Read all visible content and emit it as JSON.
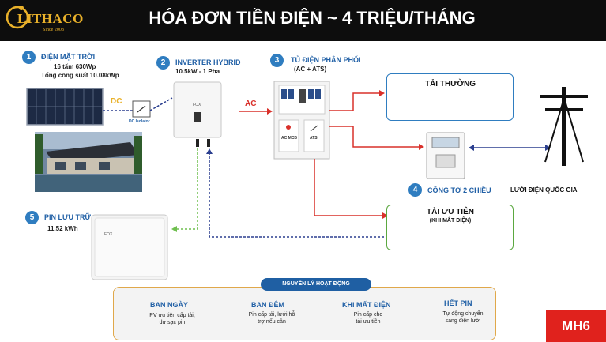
{
  "header": {
    "logo": "LITHACO",
    "logo_since": "Since 2008",
    "title": "HÓA ĐƠN TIỀN ĐIỆN ~ 4 TRIỆU/THÁNG"
  },
  "steps": [
    {
      "num": "1",
      "title": "ĐIỆN MẶT TRỜI",
      "line1": "16 tấm 630Wp",
      "line2": "Tổng công suất 10.08kWp"
    },
    {
      "num": "2",
      "title": "INVERTER HYBRID",
      "line1": "10.5kW - 1 Pha"
    },
    {
      "num": "3",
      "title": "TỦ ĐIỆN PHÂN PHỐI",
      "line1": "(AC + ATS)"
    },
    {
      "num": "4",
      "title": "CÔNG TƠ 2 CHIỀU"
    },
    {
      "num": "5",
      "title": "PIN LƯU TRỮ",
      "line1": "11.52 kWh"
    }
  ],
  "labels": {
    "dc": "DC",
    "ac": "AC",
    "dc_isolator": "DC Isolator",
    "ac_mcb": "AC MCB",
    "ats": "ATS",
    "inverter_brand": "FOX",
    "battery_brand": "FOX",
    "grid": "LƯỚI ĐIỆN QUỐC GIA"
  },
  "loads": {
    "normal": "TẢI THƯỜNG",
    "priority": "TẢI ƯU TIÊN",
    "priority_sub": "(KHI MẤT ĐIỆN)"
  },
  "principle": {
    "title": "NGUYÊN LÝ HOẠT ĐỘNG",
    "modes": [
      {
        "title": "BAN NGÀY",
        "desc1": "PV ưu tiên cấp tải,",
        "desc2": "dư sạc pin",
        "icon": "sun-icon"
      },
      {
        "title": "BAN ĐÊM",
        "desc1": "Pin cấp tải, lưới hỗ",
        "desc2": "trợ nếu cần",
        "icon": "moon-icon"
      },
      {
        "title": "KHI MẤT ĐIỆN",
        "desc1": "Pin cấp cho",
        "desc2": "tải ưu tiên",
        "icon": "lightning-icon"
      },
      {
        "title": "HẾT PIN",
        "desc1": "Tự động chuyển",
        "desc2": "sang điện lưới",
        "icon": "battery-icon"
      }
    ]
  },
  "badge_code": "MH6",
  "colors": {
    "blue": "#2f7dc0",
    "red": "#d9302a",
    "green": "#5ba840",
    "navy": "#2b3f8f",
    "gold": "#e9b12a"
  }
}
